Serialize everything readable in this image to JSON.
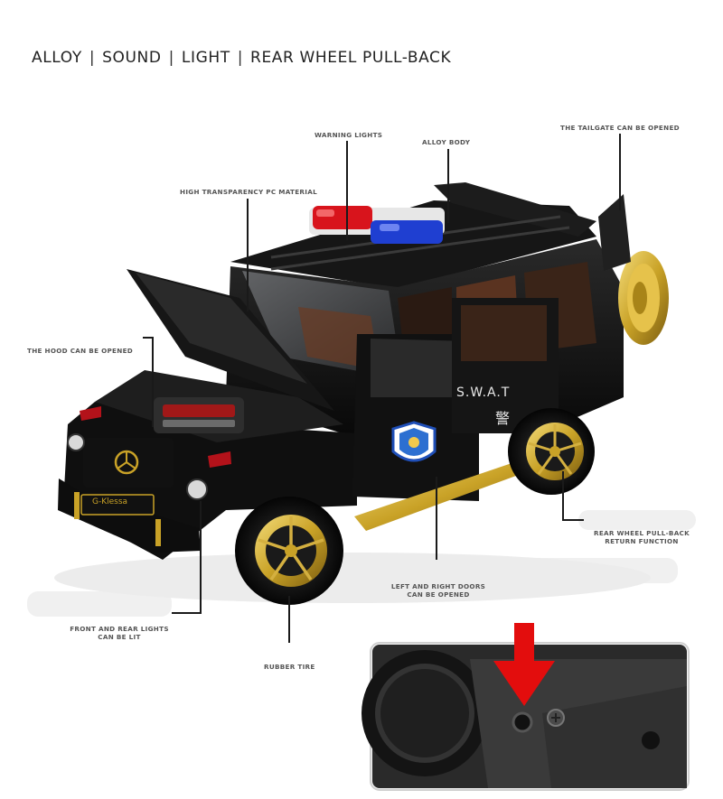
{
  "headline": {
    "features": [
      "ALLOY",
      "SOUND",
      "LIGHT",
      "REAR WHEEL PULL-BACK"
    ],
    "separator": "|"
  },
  "callouts": {
    "warning_lights": "WARNING LIGHTS",
    "alloy_body": "ALLOY BODY",
    "tailgate": "THE TAILGATE CAN BE OPENED",
    "pc_material": "HIGH TRANSPARENCY PC MATERIAL",
    "hood": "THE HOOD CAN BE OPENED",
    "rear_wheel_1": "REAR WHEEL PULL-BACK",
    "rear_wheel_2": "RETURN FUNCTION",
    "doors_1": "LEFT AND RIGHT DOORS",
    "doors_2": "CAN BE OPENED",
    "lights_1": "FRONT AND REAR LIGHTS",
    "lights_2": "CAN BE LIT",
    "rubber_tire": "RUBBER TIRE"
  },
  "car_text": {
    "swat": "S.W.A.T",
    "police_char": "警",
    "plate": "G-Klessa"
  },
  "colors": {
    "body": "#111111",
    "gold": "#c9a227",
    "red_light": "#d8141c",
    "blue_light": "#1f3fd1",
    "interior": "#6b3a22",
    "arrow": "#e30d0d"
  },
  "icons": [
    "police-badge-icon",
    "mercedes-star-icon",
    "red-down-arrow-icon"
  ]
}
